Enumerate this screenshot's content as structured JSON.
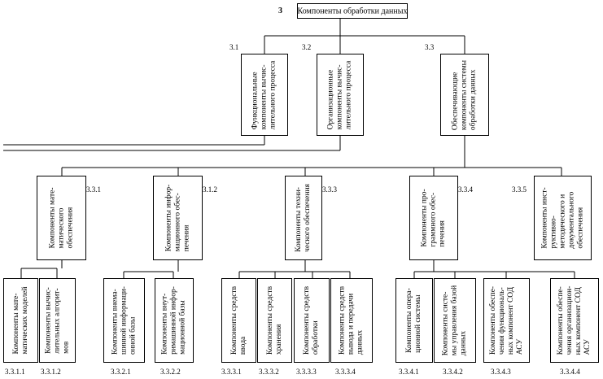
{
  "root": {
    "number": "3",
    "label": "Компоненты обработки данных"
  },
  "level1": [
    {
      "id": "l1-1",
      "number": "3.1",
      "label": "Функциональные\nкомпоненты вычис-\nлительного процесса"
    },
    {
      "id": "l1-2",
      "number": "3.2",
      "label": "Организационные\nкомпоненты вычис-\nлительного процесса"
    },
    {
      "id": "l1-3",
      "number": "3.3",
      "label": "Обеспечивающие\nкомпоненты системы\nобработки данных"
    }
  ],
  "level2": [
    {
      "id": "l2-1",
      "number": "3.3.1",
      "label": "Компоненты мате-\nматического\nобеспечения"
    },
    {
      "id": "l2-2",
      "number": "3.1.2",
      "label": "Компоненты инфор-\nмационного обес-\nпечения"
    },
    {
      "id": "l2-3",
      "number": "3.3.3",
      "label": "Компоненты техни-\nческого обеспечения"
    },
    {
      "id": "l2-4",
      "number": "3.3.4",
      "label": "Компоненты про-\nграммного обес-\nпечения"
    },
    {
      "id": "l2-5",
      "number": "3.3.5",
      "label": "Компоненты инст-\nруктивно-\nметодического и\nдокументального\nобеспечения"
    }
  ],
  "level3": [
    {
      "id": "l3-1",
      "number": "3.3.1.1",
      "label": "Компоненты мате-\nматических моделей"
    },
    {
      "id": "l3-2",
      "number": "3.3.1.2",
      "label": "Компоненты вычис-\nлительных алгорит-\nмов"
    },
    {
      "id": "l3-3",
      "number": "3.3.2.1",
      "label": "Компоненты внема-\nшинной информаци-\nонной базы"
    },
    {
      "id": "l3-4",
      "number": "3.3.2.2",
      "label": "Компоненты внут-\nримашинной инфор-\nмационной базы"
    },
    {
      "id": "l3-5",
      "number": "3.3.3.1",
      "label": "Компоненты средств\nввода"
    },
    {
      "id": "l3-6",
      "number": "3.3.3.2",
      "label": "Компоненты средств\nхранения"
    },
    {
      "id": "l3-7",
      "number": "3.3.3.3",
      "label": "Компоненты средств\nобработки"
    },
    {
      "id": "l3-8",
      "number": "3.3.3.4",
      "label": "Компоненты средств\nвывода и передачи\nданных"
    },
    {
      "id": "l3-9",
      "number": "3.3.4.1",
      "label": "Компоненты опера-\nционной системы"
    },
    {
      "id": "l3-10",
      "number": "3.3.4.2",
      "label": "Компоненты систе-\nмы управления базой\nданных"
    },
    {
      "id": "l3-11",
      "number": "3.3.4.3",
      "label": "Компоненты обеспе-\nчения функциональ-\nных компонент СОД\nАСУ"
    },
    {
      "id": "l3-12",
      "number": "3.3.4.4",
      "label": "Компоненты обеспе-\nчения организацион-\nных компонент СОД\nАСУ"
    }
  ]
}
